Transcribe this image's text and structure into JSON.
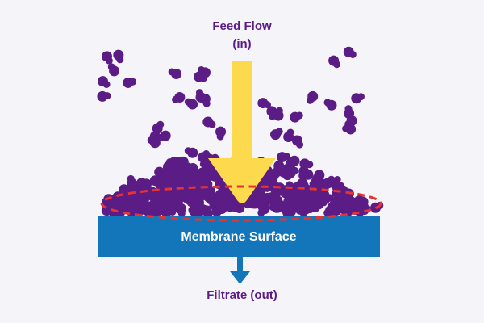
{
  "labels": {
    "feed_line1": "Feed Flow",
    "feed_line2": "(in)",
    "membrane": "Membrane Surface",
    "filtrate": "Filtrate (out)"
  },
  "colors": {
    "background": "#f4f4f9",
    "particle": "#5b1c86",
    "feed_arrow": "#fdd94e",
    "membrane": "#1376bb",
    "filtrate_arrow": "#1376bb",
    "fouling_outline": "#e8332f",
    "text": "#5b1c86"
  }
}
